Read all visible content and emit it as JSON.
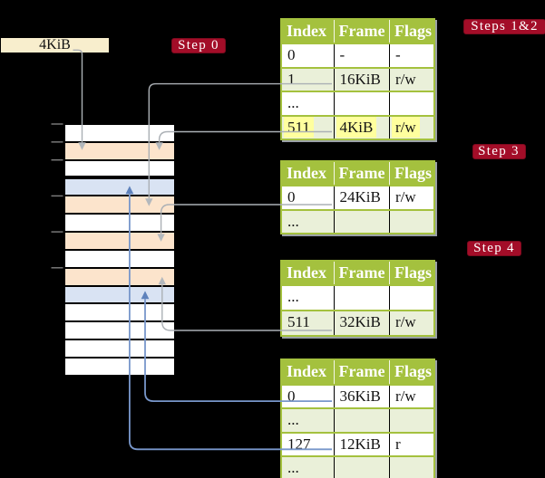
{
  "figure": {
    "description": "Multi-level page table walk diagram: page tables map indexes to physical memory frames",
    "background_color": "#000000"
  },
  "page_size_label": "4KiB",
  "badges": {
    "step0": "Step 0",
    "steps_1_2": "Steps 1&2",
    "step3": "Step 3",
    "step4": "Step 4"
  },
  "colors": {
    "badge_red": "#a30d28",
    "table_header_green": "#a4c13e",
    "table_row_shade_green": "#eaf0d9",
    "memory_pagetable_peach": "#fce4cc",
    "memory_data_blue": "#d9e3f3",
    "page_size_box_cream": "#f8eecd",
    "highlight_yellow": "#ffff9e",
    "gray_connector": "#abb0b5",
    "blue_connector": "#7897cb"
  },
  "memory": {
    "rows": [
      {
        "state": "free"
      },
      {
        "state": "pagetable"
      },
      {
        "state": "free"
      },
      {
        "state": "data"
      },
      {
        "state": "pagetable"
      },
      {
        "state": "free"
      },
      {
        "state": "pagetable"
      },
      {
        "state": "free"
      },
      {
        "state": "pagetable"
      },
      {
        "state": "data"
      },
      {
        "state": "free"
      },
      {
        "state": "free"
      },
      {
        "state": "free"
      },
      {
        "state": "free"
      }
    ]
  },
  "tables": [
    {
      "step": "Steps 1&2",
      "headers": [
        "Index",
        "Frame",
        "Flags"
      ],
      "rows": [
        {
          "cells": [
            "0",
            "-",
            "-"
          ]
        },
        {
          "cells": [
            "1",
            "16KiB",
            "r/w"
          ]
        },
        {
          "cells": [
            "...",
            "",
            ""
          ]
        },
        {
          "cells": [
            "511",
            "4KiB",
            "r/w"
          ],
          "highlighted": true
        }
      ]
    },
    {
      "step": "Step 3",
      "headers": [
        "Index",
        "Frame",
        "Flags"
      ],
      "rows": [
        {
          "cells": [
            "0",
            "24KiB",
            "r/w"
          ]
        },
        {
          "cells": [
            "...",
            "",
            ""
          ]
        }
      ]
    },
    {
      "step": "Step 4",
      "headers": [
        "Index",
        "Frame",
        "Flags"
      ],
      "rows": [
        {
          "cells": [
            "...",
            "",
            ""
          ]
        },
        {
          "cells": [
            "511",
            "32KiB",
            "r/w"
          ]
        }
      ]
    },
    {
      "step": "Step 4",
      "headers": [
        "Index",
        "Frame",
        "Flags"
      ],
      "rows": [
        {
          "cells": [
            "0",
            "36KiB",
            "r/w"
          ]
        },
        {
          "cells": [
            "...",
            "",
            ""
          ]
        },
        {
          "cells": [
            "127",
            "12KiB",
            "r"
          ]
        },
        {
          "cells": [
            "...",
            "",
            ""
          ]
        }
      ]
    }
  ],
  "connections": [
    {
      "from": "page-size-label",
      "to": "memory-frame-1",
      "color": "gray"
    },
    {
      "from": "table-0-row-1",
      "to": "memory-frame-4",
      "color": "gray"
    },
    {
      "from": "table-0-row-511",
      "to": "memory-frame-1",
      "color": "gray"
    },
    {
      "from": "table-1-row-0",
      "to": "memory-frame-6",
      "color": "gray"
    },
    {
      "from": "table-2-row-511",
      "to": "memory-frame-8",
      "color": "gray"
    },
    {
      "from": "table-3-row-0",
      "to": "memory-frame-9",
      "color": "blue"
    },
    {
      "from": "table-3-row-127",
      "to": "memory-frame-3",
      "color": "blue"
    }
  ]
}
